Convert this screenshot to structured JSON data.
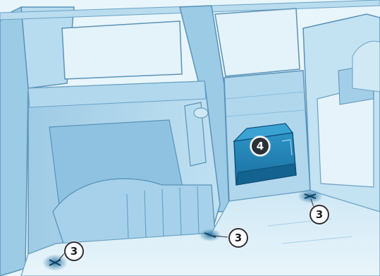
{
  "figure": {
    "callouts": [
      {
        "label": "3"
      },
      {
        "label": "3"
      },
      {
        "label": "3"
      },
      {
        "label": "4"
      }
    ]
  },
  "colors": {
    "panel_fill": "#a9d3ea",
    "panel_light": "#cfe8f5",
    "panel_shadow": "#6aa9cf",
    "outline": "#5a93b8",
    "highlight_box": "#1f7fb3",
    "floor": "#bfe0f1"
  }
}
